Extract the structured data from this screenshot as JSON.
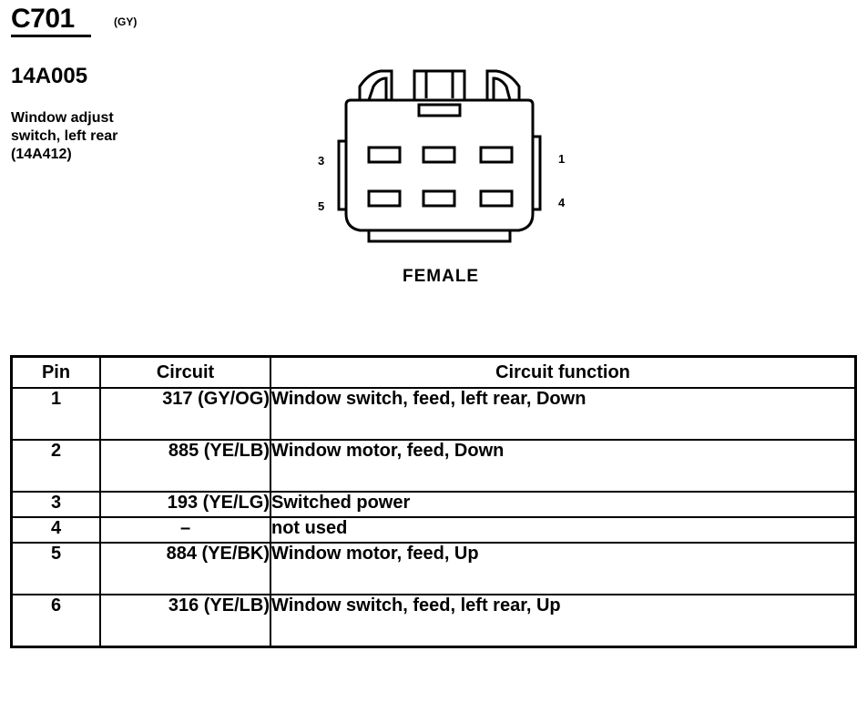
{
  "header": {
    "connector_id": "C701",
    "color_code": "(GY)",
    "part_number": "14A005",
    "description_lines": [
      "Window adjust",
      "switch, left rear",
      "(14A412)"
    ]
  },
  "connector": {
    "gender": "FEMALE",
    "pin_labels": {
      "pin_3": "3",
      "pin_5": "5",
      "pin_1": "1",
      "pin_4": "4"
    }
  },
  "table": {
    "headers": {
      "pin": "Pin",
      "circuit": "Circuit",
      "function": "Circuit function"
    },
    "rows": [
      {
        "pin": "1",
        "circuit": "317 (GY/OG)",
        "function": "Window switch, feed, left rear, Down"
      },
      {
        "pin": "2",
        "circuit": "885 (YE/LB)",
        "function": "Window motor, feed, Down"
      },
      {
        "pin": "3",
        "circuit": "193 (YE/LG)",
        "function": "Switched power"
      },
      {
        "pin": "4",
        "circuit": "–",
        "function": "not used"
      },
      {
        "pin": "5",
        "circuit": "884 (YE/BK)",
        "function": "Window motor, feed, Up"
      },
      {
        "pin": "6",
        "circuit": "316 (YE/LB)",
        "function": "Window switch, feed, left rear, Up"
      }
    ]
  }
}
